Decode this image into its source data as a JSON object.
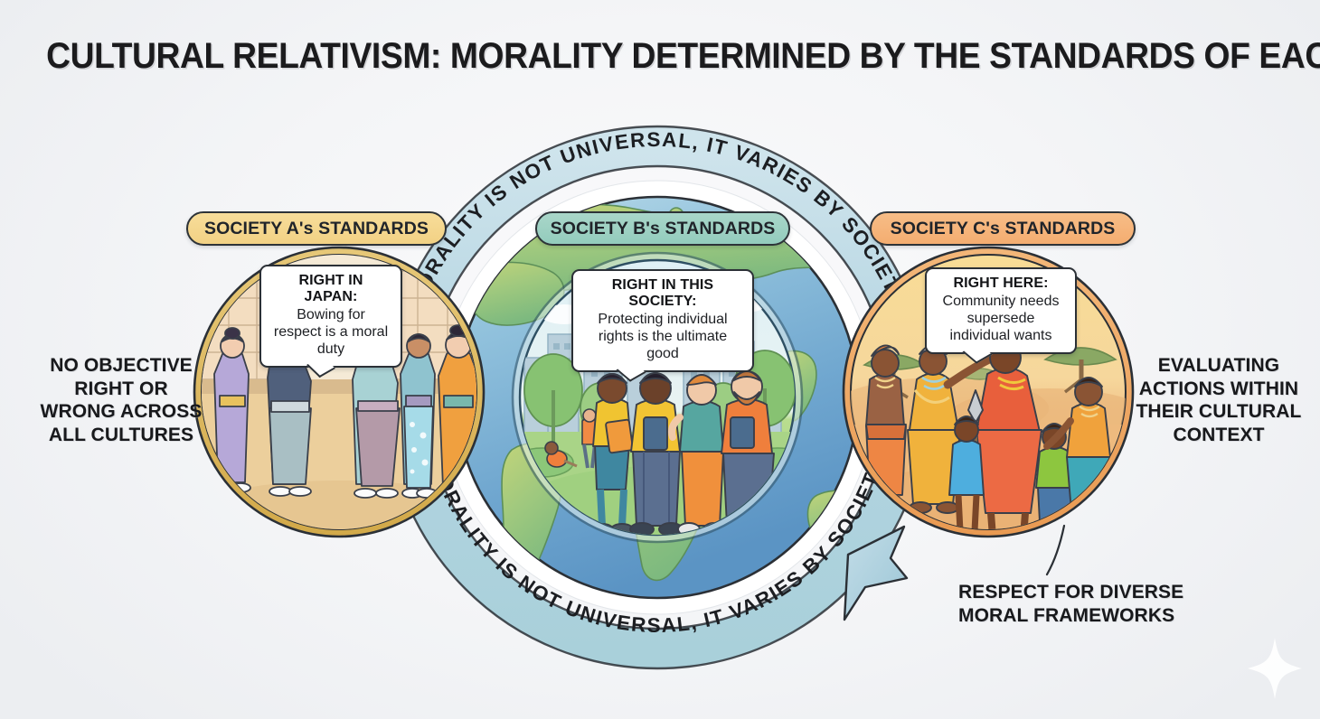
{
  "title": "CULTURAL RELATIVISM: MORALITY DETERMINED BY THE STANDARDS OF EACH SOCIETY",
  "arc": {
    "top_text": "MORALITY IS NOT UNIVERSAL, IT VARIES BY SOCIETY",
    "bottom_text": "MORALITY IS NOT UNIVERSAL, IT VARIES BY SOCIETY"
  },
  "pills": [
    {
      "id": "a",
      "label": "SOCIETY A's STANDARDS",
      "color": "#f2d184"
    },
    {
      "id": "b",
      "label": "SOCIETY B's STANDARDS",
      "color": "#93ccbd"
    },
    {
      "id": "c",
      "label": "SOCIETY C's STANDARDS",
      "color": "#f4ad70"
    }
  ],
  "bubbles": [
    {
      "id": "a",
      "heading": "RIGHT IN JAPAN:",
      "body": "Bowing for respect is a moral duty"
    },
    {
      "id": "b",
      "heading": "RIGHT IN THIS SOCIETY:",
      "body": "Protecting individual rights is the ultimate good"
    },
    {
      "id": "c",
      "heading": "RIGHT HERE:",
      "body": "Community needs supersede individual wants"
    }
  ],
  "captions": {
    "left": "NO OBJECTIVE RIGHT OR WRONG ACROSS ALL CULTURES",
    "right": "EVALUATING ACTIONS WITHIN THEIR CULTURAL CONTEXT",
    "bottom_right": "RESPECT FOR DIVERSE MORAL FRAMEWORKS"
  },
  "scenes": {
    "a": "japanese-bowing-scene",
    "b": "urban-park-diverse-people-scene",
    "c": "african-savanna-community-scene"
  },
  "colors": {
    "ring_a": "#d9b155",
    "ring_b": "#2e4f63",
    "ring_c": "#ea9a57",
    "globe_ocean": "#6ea6d0",
    "globe_land": "#8cbf6e",
    "arc_band": "#bcd9e4",
    "arrow": "#a8cdd9",
    "outline": "#2b3036"
  },
  "decor": {
    "sparkle": "sparkle-star"
  }
}
